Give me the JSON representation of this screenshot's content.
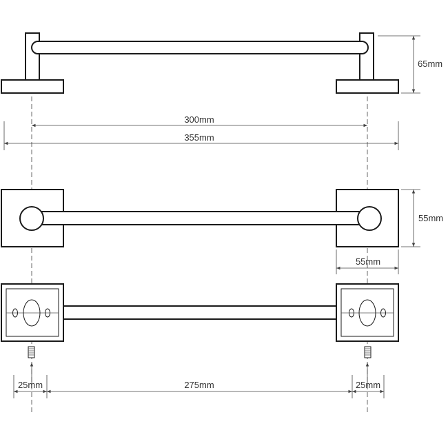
{
  "dimensions": {
    "projection_height": "65mm",
    "center_span": "300mm",
    "overall_width": "355mm",
    "plate_height": "55mm",
    "plate_width": "55mm",
    "left_offset": "25mm",
    "rail_length": "275mm",
    "right_offset": "25mm"
  },
  "colors": {
    "line": "#1a1a1a",
    "dimension": "#444444",
    "centerline": "#666666"
  }
}
